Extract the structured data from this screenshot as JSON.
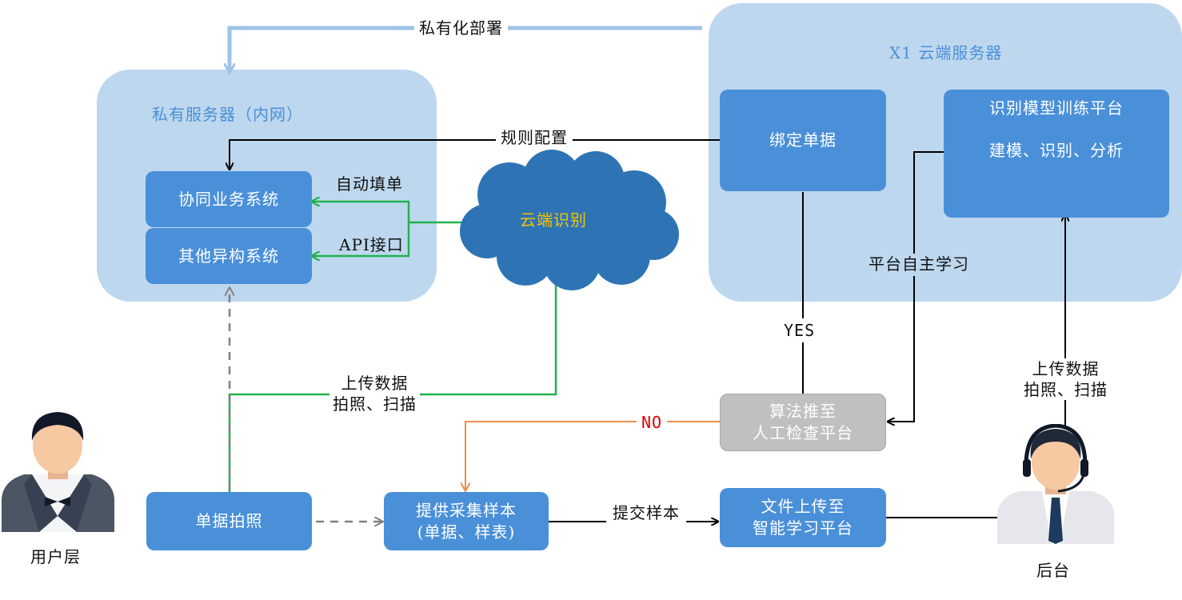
{
  "regions": {
    "private": {
      "title": "私有服务器（内网）"
    },
    "cloud": {
      "title": "X1 云端服务器"
    }
  },
  "boxes": {
    "coop": "协同业务系统",
    "other": "其他异构系统",
    "bind": "绑定单据",
    "train_1": "识别模型训练平台",
    "train_2": "建模、识别、分析",
    "check_1": "算法推至",
    "check_2": "人工检查平台",
    "photo": "单据拍照",
    "sample_1": "提供采集样本",
    "sample_2": "(单据、样表)",
    "upload_1": "文件上传至",
    "upload_2": "智能学习平台"
  },
  "cloud_shape": {
    "label": "云端识别"
  },
  "edge_labels": {
    "private_deploy": "私有化部署",
    "rule_config": "规则配置",
    "auto_fill": "自动填单",
    "api": "API接口",
    "self_learn": "平台自主学习",
    "yes": "YES",
    "no": "NO",
    "upload_left_1": "上传数据",
    "upload_left_2": "拍照、扫描",
    "upload_right_1": "上传数据",
    "upload_right_2": "拍照、扫描",
    "submit": "提交样本"
  },
  "actors": {
    "user": "用户层",
    "backend": "后台"
  },
  "colors": {
    "region_fill": "#bdd7ee",
    "box_fill": "#4a90d9",
    "cloud_fill": "#2e74b5",
    "green": "#22b14c",
    "orange": "#ed8d4e",
    "light_blue": "#9dc3e6",
    "gray_dash": "#808080",
    "cloud_label": "#f5c400",
    "no_label": "#e00000"
  }
}
